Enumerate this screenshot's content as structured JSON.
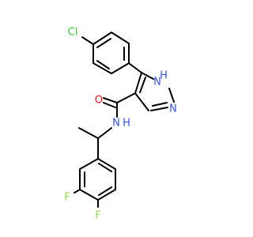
{
  "molecule": {
    "atoms": {
      "chlorine": "Cl",
      "pyrazole_nh": "H",
      "pyrazole_nh_n": "N",
      "pyrazole_n": "N",
      "carbonyl_oxygen": "O",
      "amide_n": "N",
      "amide_h": "H",
      "fluorine_3": "F",
      "fluorine_4": "F"
    },
    "colors": {
      "bond": "#000000",
      "chlorine": "#33cc33",
      "nitrogen": "#3050f8",
      "oxygen": "#ff0d0d",
      "fluorine": "#90e050"
    }
  }
}
